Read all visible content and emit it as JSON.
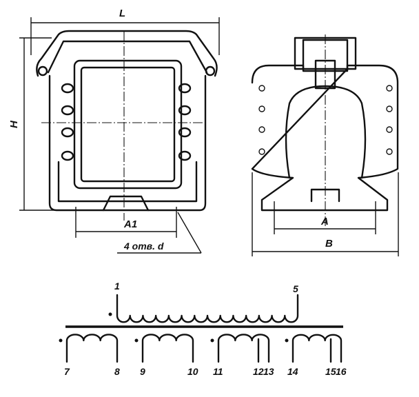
{
  "front_view": {
    "dim_length": "L",
    "dim_height": "H",
    "dim_hole_spacing": "A1",
    "hole_note": "4 отв. d"
  },
  "side_view": {
    "dim_hole_spacing": "A",
    "dim_width": "B"
  },
  "schematic": {
    "primary": {
      "start": "1",
      "end": "5"
    },
    "secondaries": [
      {
        "pins": [
          "7",
          "8"
        ]
      },
      {
        "pins": [
          "9",
          "10"
        ]
      },
      {
        "pins": [
          "11",
          "12",
          "13"
        ]
      },
      {
        "pins": [
          "14",
          "15",
          "16"
        ]
      }
    ]
  }
}
